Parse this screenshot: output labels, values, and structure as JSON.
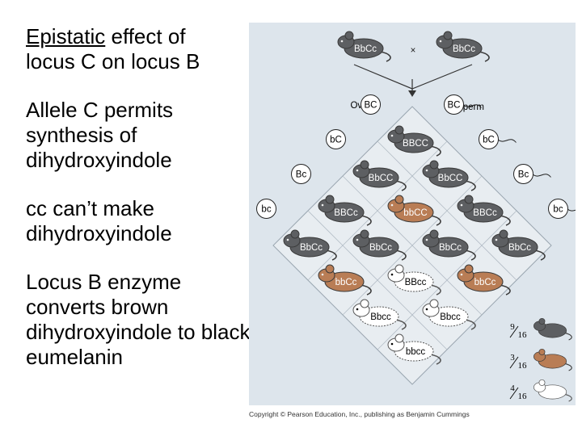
{
  "text": {
    "line1_underlined": "Epistatic",
    "line1_rest": " effect of",
    "line2": "locus C on locus B",
    "para2": "Allele C permits synthesis of dihydroxyindole",
    "para3": "cc can’t make dihydroxyindole",
    "para4": "Locus B enzyme converts brown dihydroxyindole to black eumelanin"
  },
  "figure": {
    "parent_left": "BbCc",
    "parent_right": "BbCc",
    "cross_symbol": "×",
    "ova_label": "Ova",
    "sperm_label": "Sperm",
    "ova_gametes": [
      "BC",
      "bC",
      "Bc",
      "bc"
    ],
    "sperm_gametes": [
      "BC",
      "bC",
      "Bc",
      "bc"
    ],
    "offspring": [
      {
        "genotype": "BBCC",
        "phenotype": "black"
      },
      {
        "genotype": "BbCC",
        "phenotype": "black"
      },
      {
        "genotype": "BbCC",
        "phenotype": "black"
      },
      {
        "genotype": "BBCc",
        "phenotype": "black"
      },
      {
        "genotype": "bbCC",
        "phenotype": "brown"
      },
      {
        "genotype": "BBCc",
        "phenotype": "black"
      },
      {
        "genotype": "BbCc",
        "phenotype": "black"
      },
      {
        "genotype": "BbCc",
        "phenotype": "black"
      },
      {
        "genotype": "BbCc",
        "phenotype": "black"
      },
      {
        "genotype": "BbCc",
        "phenotype": "black"
      },
      {
        "genotype": "bbCc",
        "phenotype": "brown"
      },
      {
        "genotype": "BBcc",
        "phenotype": "white"
      },
      {
        "genotype": "bbCc",
        "phenotype": "brown"
      },
      {
        "genotype": "Bbcc",
        "phenotype": "white"
      },
      {
        "genotype": "Bbcc",
        "phenotype": "white"
      },
      {
        "genotype": "bbcc",
        "phenotype": "white"
      }
    ],
    "ratios": [
      {
        "num": "9",
        "den": "16",
        "phenotype": "black"
      },
      {
        "num": "3",
        "den": "16",
        "phenotype": "brown"
      },
      {
        "num": "4",
        "den": "16",
        "phenotype": "white"
      }
    ],
    "copyright": "Copyright © Pearson Education, Inc., publishing as Benjamin Cummings"
  },
  "colors": {
    "black": "#5d5f62",
    "brown": "#b97d55",
    "white": "#ffffff",
    "figure_background": "#dde5ec",
    "diamond_fill": "#e8edf1"
  }
}
